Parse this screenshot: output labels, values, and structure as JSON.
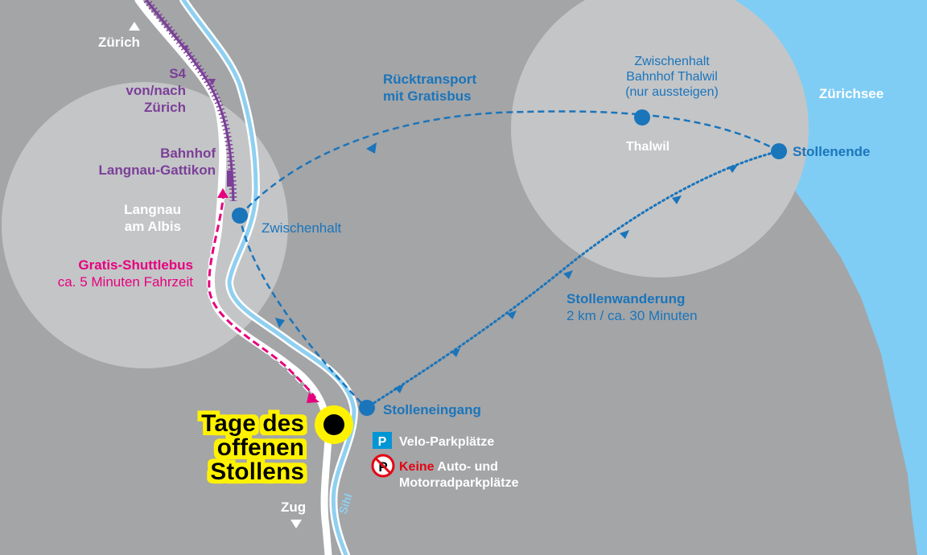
{
  "places": {
    "zuerich": "Zürich",
    "zug": "Zug",
    "langnau_line1": "Langnau",
    "langnau_line2": "am Albis",
    "thalwil": "Thalwil",
    "zuerichsee": "Zürichsee",
    "sihl": "Sihl"
  },
  "train": {
    "line1": "S4",
    "line2": "von/nach",
    "line3": "Zürich",
    "station_line1": "Bahnhof",
    "station_line2": "Langnau-Gattikon"
  },
  "shuttle": {
    "title": "Gratis-Shuttlebus",
    "subtitle": "ca. 5 Minuten Fahrzeit"
  },
  "return_bus": {
    "line1": "Rücktransport",
    "line2": "mit Gratisbus"
  },
  "stops": {
    "zwischenhalt": "Zwischenhalt",
    "thalwil_line1": "Zwischenhalt",
    "thalwil_line2": "Bahnhof Thalwil",
    "thalwil_line3": "(nur aussteigen)",
    "stollenende": "Stollenende",
    "stolleneingang": "Stolleneingang"
  },
  "hike": {
    "title": "Stollenwanderung",
    "subtitle": "2 km / ca. 30 Minuten"
  },
  "event": {
    "line1": "Tage des",
    "line2": "offenen",
    "line3": "Stollens"
  },
  "parking": {
    "velo_symbol": "P",
    "velo_label": "Velo-Parkplätze",
    "no_parking_symbol": "P",
    "keine": "Keine",
    "auto_line1": " Auto- und",
    "auto_line2": "Motorradparkplätze"
  },
  "colors": {
    "background": "#a4a5a7",
    "lake": "#7fcdf5",
    "river": "#8fd0f0",
    "route_blue": "#1a75bb",
    "train_purple": "#7b3f98",
    "shuttle_magenta": "#e6007e",
    "event_yellow": "#fff200",
    "no_parking_red": "#e30613"
  }
}
